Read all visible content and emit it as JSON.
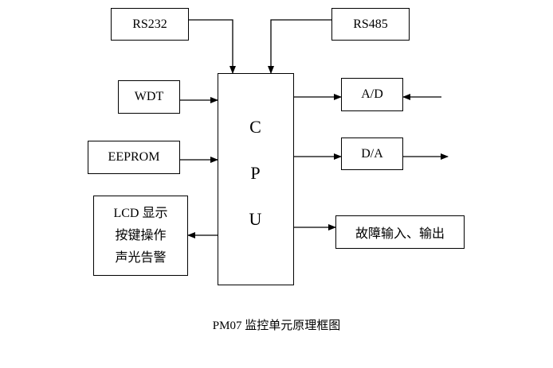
{
  "blocks": {
    "rs232": "RS232",
    "rs485": "RS485",
    "wdt": "WDT",
    "eeprom": "EEPROM",
    "lcd_lines": [
      "LCD 显示",
      "按键操作",
      "声光告警"
    ],
    "cpu_letters": [
      "C",
      "P",
      "U"
    ],
    "ad": "A/D",
    "da": "D/A",
    "fault_io": "故障输入、输出"
  },
  "caption": "PM07 监控单元原理框图"
}
